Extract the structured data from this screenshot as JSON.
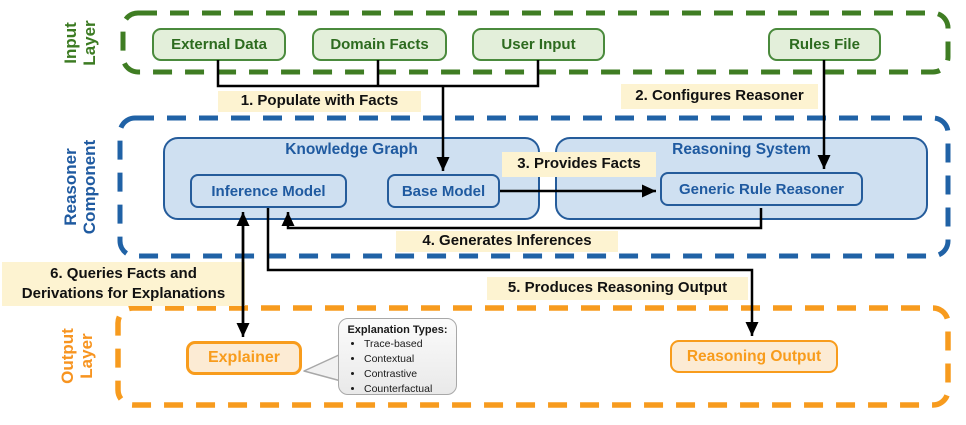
{
  "layers": {
    "input": {
      "label": "Input\nLayer",
      "color": "#3c7b22",
      "boxes": {
        "external_data": "External Data",
        "domain_facts": "Domain Facts",
        "user_input": "User Input",
        "rules_file": "Rules File"
      }
    },
    "reasoner": {
      "label": "Reasoner\nComponent",
      "color": "#1f5aa0",
      "knowledge_graph": {
        "title": "Knowledge Graph",
        "inference_model": "Inference Model",
        "base_model": "Base Model"
      },
      "reasoning_system": {
        "title": "Reasoning System",
        "generic_rule_reasoner": "Generic Rule Reasoner"
      }
    },
    "output": {
      "label": "Output\nLayer",
      "color": "#f79420",
      "boxes": {
        "explainer": "Explainer",
        "reasoning_output": "Reasoning Output"
      }
    }
  },
  "flow": {
    "f1": "1. Populate with Facts",
    "f2": "2. Configures Reasoner",
    "f3": "3. Provides Facts",
    "f4": "4. Generates Inferences",
    "f5": "5. Produces Reasoning Output",
    "f6_line1": "6. Queries Facts and",
    "f6_line2": "Derivations for Explanations"
  },
  "callout": {
    "title": "Explanation Types:",
    "items": [
      "Trace-based",
      "Contextual",
      "Contrastive",
      "Counterfactual"
    ]
  },
  "colors": {
    "green_border": "#4a8a3c",
    "green_fill": "#e3efda",
    "green_dash": "#3f7d23",
    "blue_border": "#255c9b",
    "blue_fill": "#cfe0f1",
    "blue_dash": "#2062a6",
    "orange_border": "#f89c1c",
    "orange_fill": "#fcebd4",
    "orange_dash": "#f79b1e",
    "label_bg": "#fdf3d1",
    "arrow": "#000000"
  }
}
